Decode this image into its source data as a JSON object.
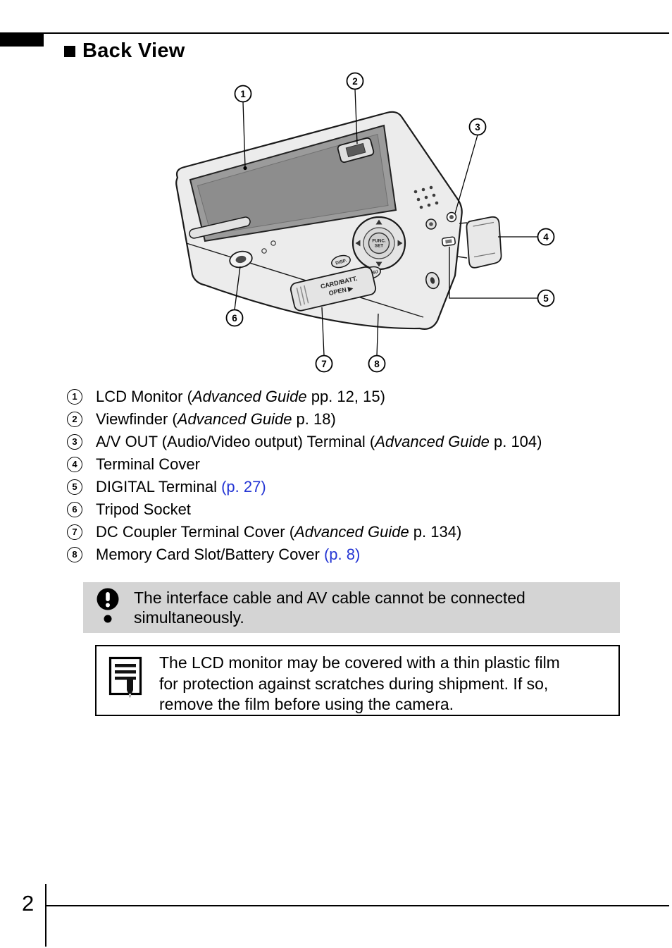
{
  "header": {
    "title": "Back View"
  },
  "diagram": {
    "callouts": [
      "1",
      "2",
      "3",
      "4",
      "5",
      "6",
      "7",
      "8"
    ],
    "labels": {
      "disp": "DISP.",
      "menu": "MENU",
      "func_line1": "FUNC.",
      "func_line2": "SET",
      "card_line1": "CARD/BATT.",
      "card_line2": "OPEN ▶"
    }
  },
  "parts": [
    {
      "num": "1",
      "pre": "LCD Monitor (",
      "em": "Advanced Guide",
      "post": " pp. 12, 15)"
    },
    {
      "num": "2",
      "pre": "Viewfinder (",
      "em": "Advanced Guide",
      "post": " p. 18)"
    },
    {
      "num": "3",
      "pre": "A/V OUT (Audio/Video output) Terminal (",
      "em": "Advanced Guide",
      "post": " p. 104)"
    },
    {
      "num": "4",
      "pre": "Terminal Cover"
    },
    {
      "num": "5",
      "pre": "DIGITAL Terminal ",
      "link": "(p. 27)"
    },
    {
      "num": "6",
      "pre": "Tripod Socket"
    },
    {
      "num": "7",
      "pre": "DC Coupler Terminal Cover (",
      "em": "Advanced Guide",
      "post": " p. 134)"
    },
    {
      "num": "8",
      "pre": "Memory Card Slot/Battery Cover ",
      "link": "(p. 8)"
    }
  ],
  "notes": {
    "caution": "The interface cable and AV cable cannot be connected simultaneously.",
    "memo": "The LCD monitor may be covered with a thin plastic film for protection against scratches during shipment. If so, remove the film before using the camera."
  },
  "footer": {
    "page_number": "2"
  },
  "colors": {
    "link": "#2536d4",
    "caution_bg": "#d4d4d4"
  }
}
